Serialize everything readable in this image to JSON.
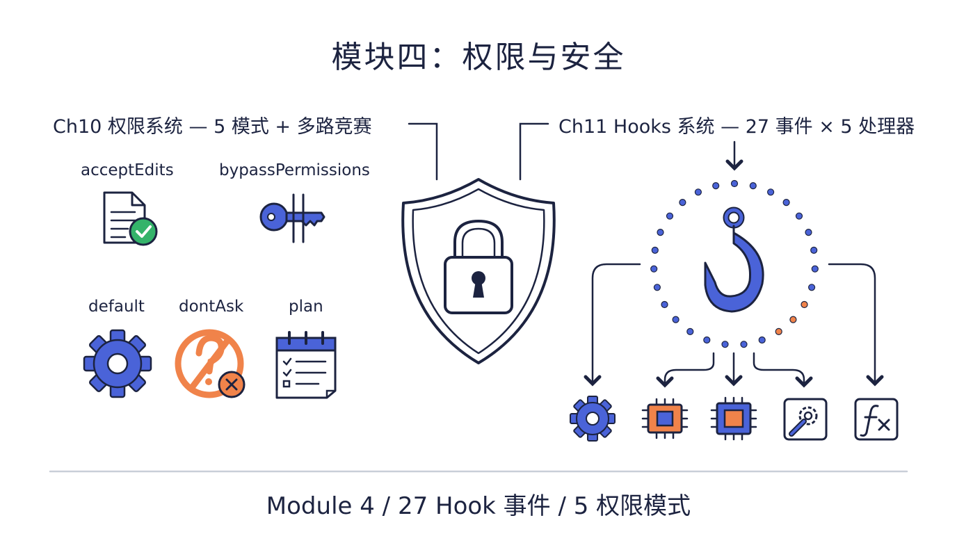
{
  "title": "模块四：权限与安全",
  "ch10": {
    "label": "Ch10 权限系统 — 5 模式 + 多路竞赛",
    "modes": [
      {
        "label": "acceptEdits",
        "icon": "document-check-icon"
      },
      {
        "label": "bypassPermissions",
        "icon": "key-bypass-icon"
      },
      {
        "label": "default",
        "icon": "gear-icon"
      },
      {
        "label": "dontAsk",
        "icon": "no-question-icon"
      },
      {
        "label": "plan",
        "icon": "calendar-checklist-icon"
      }
    ]
  },
  "center": {
    "icon": "shield-lock-icon"
  },
  "ch11": {
    "label": "Ch11 Hooks 系统 — 27 事件 × 5 处理器",
    "hub_icon": "hook-icon",
    "handlers": [
      {
        "icon": "gear-icon"
      },
      {
        "icon": "chip-icon"
      },
      {
        "icon": "chip-icon"
      },
      {
        "icon": "settings-wrench-icon"
      },
      {
        "icon": "function-icon"
      }
    ]
  },
  "footer": "Module 4 / 27 Hook 事件 / 5 权限模式",
  "colors": {
    "ink": "#1c2340",
    "blue": "#4a63d8",
    "orange": "#f0834a",
    "green": "#34b36a",
    "light-line": "#c9ced8"
  }
}
